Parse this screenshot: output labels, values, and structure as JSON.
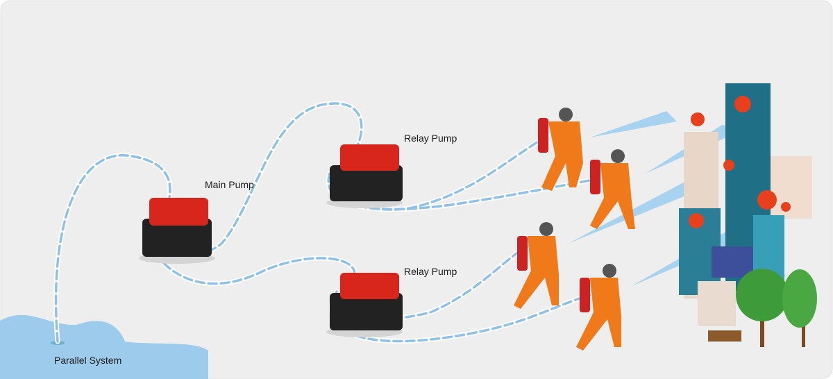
{
  "labels": {
    "main_pump": "Main Pump",
    "relay_pump_top": "Relay Pump",
    "relay_pump_bottom": "Relay Pump",
    "source": "Parallel System"
  },
  "colors": {
    "background": "#eeeeee",
    "water": "#9dcbeb",
    "hose_dash": "#8fc1e6",
    "pump_red": "#d8261c",
    "firefighter_orange": "#f07a1a",
    "building_teal": "#1f6f86"
  }
}
